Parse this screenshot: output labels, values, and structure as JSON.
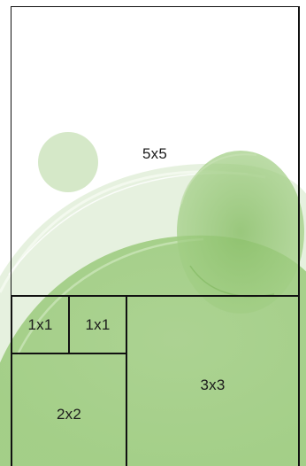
{
  "diagram": {
    "boxes": [
      {
        "id": "5x5",
        "label": "5x5"
      },
      {
        "id": "1x1-a",
        "label": "1x1"
      },
      {
        "id": "1x1-b",
        "label": "1x1"
      },
      {
        "id": "2x2",
        "label": "2x2"
      },
      {
        "id": "3x3",
        "label": "3x3"
      }
    ]
  },
  "colors": {
    "background": "#ffffff",
    "border": "#111111",
    "green_light": "#d6e8c9",
    "green_mid": "#a9d18e",
    "green_dark": "#8cc06b"
  },
  "decoration": {
    "style": "watercolor-green-circles"
  }
}
